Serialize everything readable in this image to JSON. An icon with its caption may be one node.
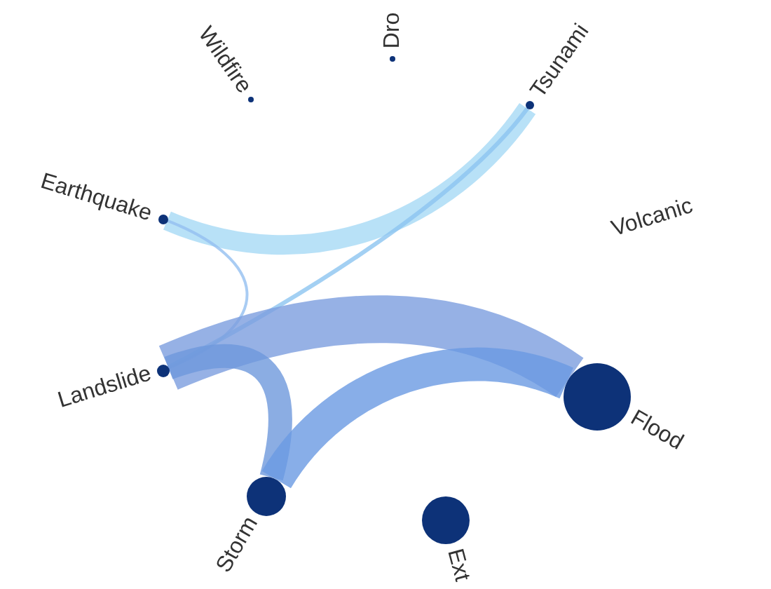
{
  "diagram": {
    "nodes": [
      {
        "text": [
          "Wildfire"
        ]
      },
      {
        "text": [
          "Dro"
        ]
      },
      {
        "text": [
          "Tsunami"
        ]
      },
      {
        "text": [
          "Earthquake"
        ]
      },
      {
        "text": [
          "Volcanic"
        ]
      },
      {
        "text": [
          "Landslide"
        ]
      },
      {
        "text": [
          "Flood"
        ]
      },
      {
        "text": [
          "Storm"
        ]
      },
      {
        "text": [
          "Ext"
        ]
      }
    ],
    "edges": [
      {
        "from": 3,
        "to": 2,
        "arrow": "none"
      },
      {
        "from": 3,
        "to": 5,
        "arrow": "none"
      },
      {
        "from": 5,
        "to": 2,
        "arrow": "none"
      },
      {
        "from": 5,
        "to": 6,
        "arrow": "none",
        "style": "thick"
      },
      {
        "from": 5,
        "to": 7,
        "arrow": "none"
      },
      {
        "from": 7,
        "to": 6,
        "arrow": "none"
      }
    ]
  }
}
